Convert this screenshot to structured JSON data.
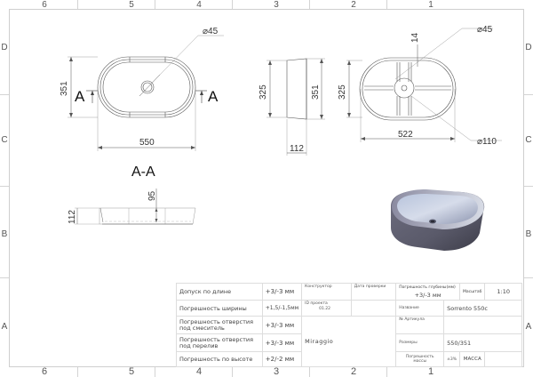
{
  "zones": {
    "columns": [
      "6",
      "5",
      "4",
      "3",
      "2",
      "1"
    ],
    "rows": [
      "D",
      "C",
      "B",
      "A"
    ]
  },
  "views": {
    "top_view": {
      "diameter_label": "⌀45",
      "width_dim": "550",
      "height_dim": "351",
      "section_mark_left": "A",
      "section_mark_right": "A"
    },
    "side_view": {
      "inner_height_dim": "325",
      "outer_height_dim": "351",
      "depth_dim": "112"
    },
    "bottom_view": {
      "rib_dim": "14",
      "drain_diameter_label": "⌀45",
      "outer_diameter_label": "⌀110",
      "height_dim": "325",
      "width_dim": "522"
    },
    "section_view": {
      "title": "A-A",
      "inner_depth_dim": "95",
      "height_dim": "112"
    }
  },
  "title_block": {
    "rows": [
      {
        "label": "Допуск по длине",
        "value": "+3/-3 мм"
      },
      {
        "label": "Погрешность ширины",
        "value": "+1,5/-1,5мм"
      },
      {
        "label": "Погрешность отверстия под смеситель",
        "value": "+3/-3 мм"
      },
      {
        "label": "Погрешность отверстия под перелив",
        "value": "+3/-3 мм"
      },
      {
        "label": "Погрешность по высоте",
        "value": "+2/-2 мм"
      }
    ],
    "constructor_label": "Конструктор",
    "check_date_label": "Дата проверки",
    "project_id_label": "ID проекта",
    "project_id_value": "01.22",
    "brand": "Miraggio",
    "depth_tolerance_label": "Погрешность глубины(мм)",
    "depth_tolerance_value": "+3/-3 мм",
    "scale_label": "Масштаб",
    "scale_value": "1:10",
    "name_label": "Название",
    "name_value": "Sorrento 550c",
    "article_label": "№ Артикула",
    "article_value": "",
    "size_label": "Размеры",
    "size_value": "550/351",
    "mass_tolerance_label": "Погрешность массы",
    "mass_tolerance_value": "±3%",
    "mass_label": "МАССА"
  }
}
